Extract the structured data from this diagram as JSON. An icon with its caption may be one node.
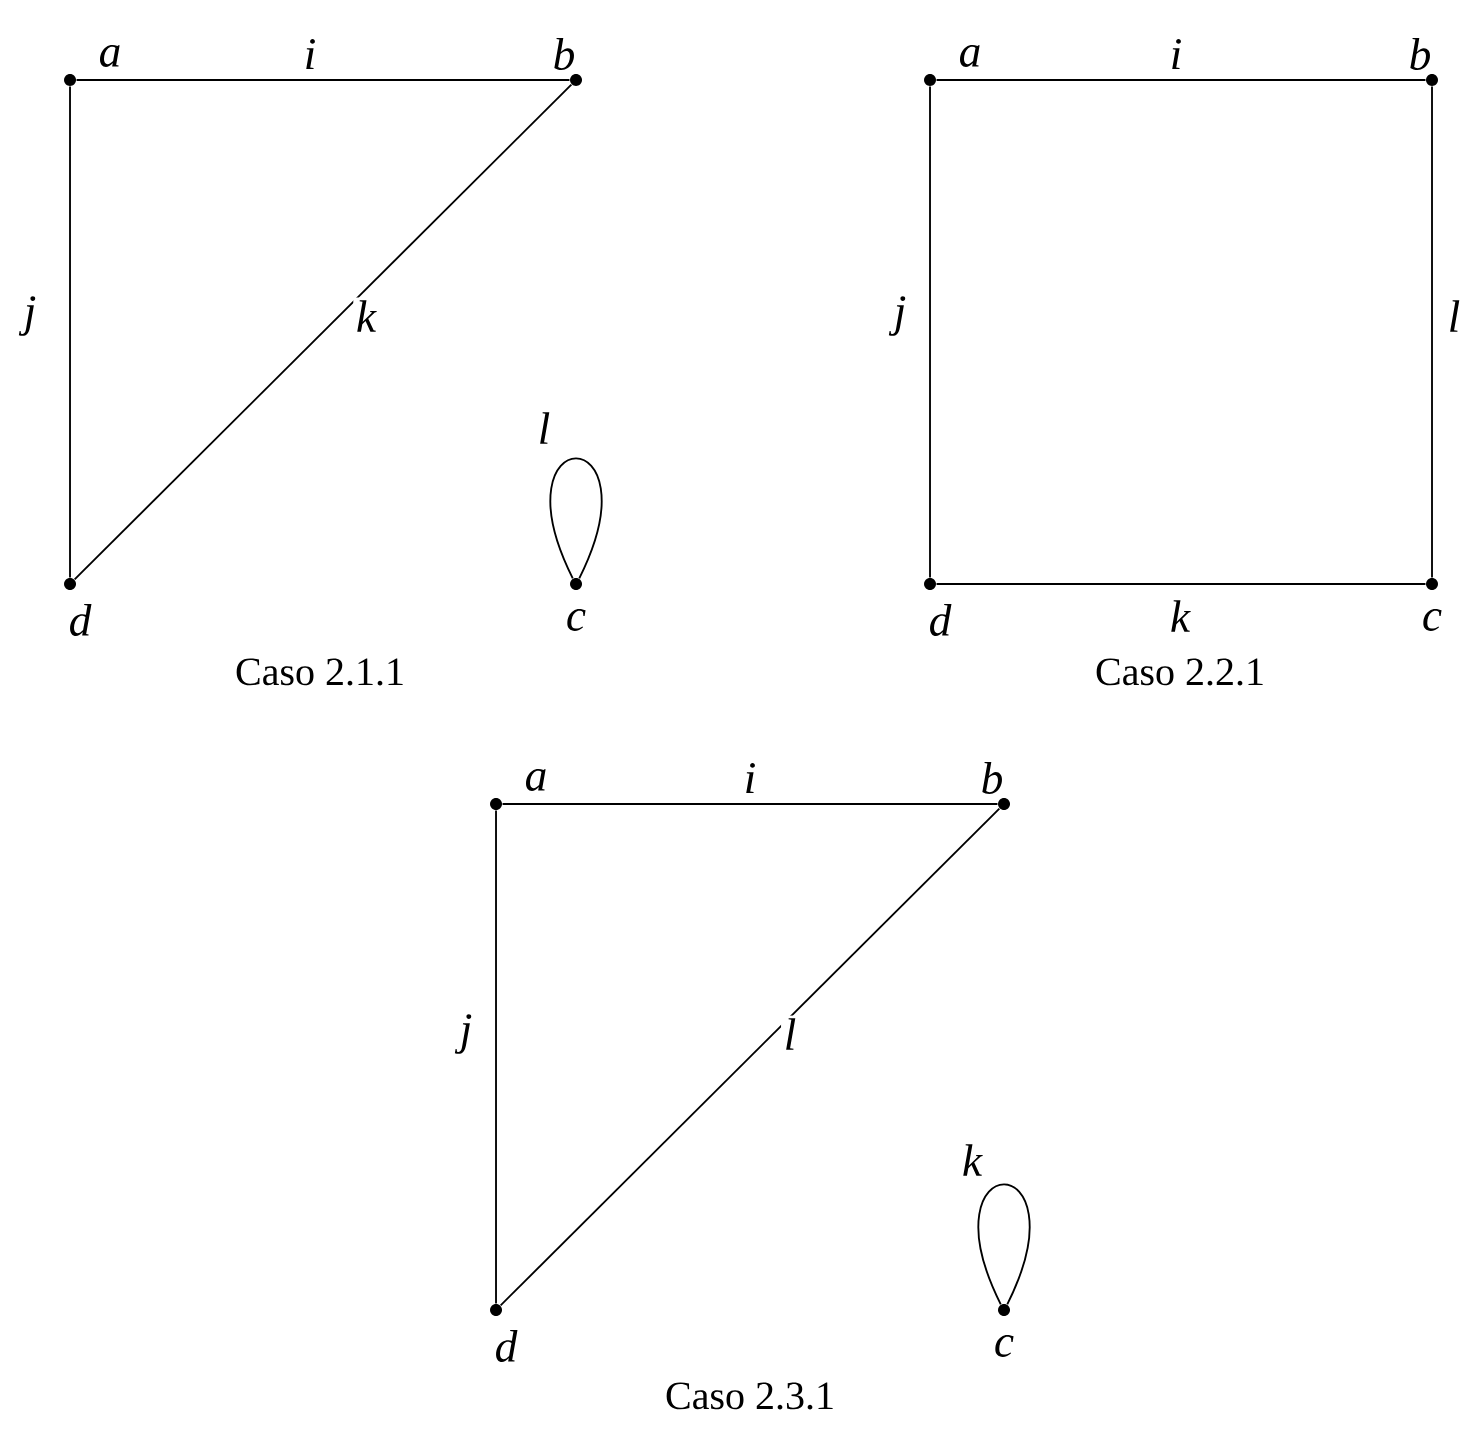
{
  "diagram": {
    "nodes": [
      {
        "text": [],
        "shape": "circle",
        "beside": [
          "a"
        ]
      },
      {
        "text": [],
        "shape": "circle",
        "beside": [
          "b"
        ]
      },
      {
        "text": [],
        "shape": "circle",
        "beside": [
          "c"
        ]
      },
      {
        "text": [],
        "shape": "circle",
        "beside": [
          "d"
        ]
      },
      {
        "text": [],
        "shape": "circle",
        "beside": [
          "a"
        ]
      },
      {
        "text": [],
        "shape": "circle",
        "beside": [
          "b"
        ]
      },
      {
        "text": [],
        "shape": "circle",
        "beside": [
          "c"
        ]
      },
      {
        "text": [],
        "shape": "circle",
        "beside": [
          "d"
        ]
      },
      {
        "text": [],
        "shape": "circle",
        "beside": [
          "a"
        ]
      },
      {
        "text": [],
        "shape": "circle",
        "beside": [
          "b"
        ]
      },
      {
        "text": [],
        "shape": "circle",
        "beside": [
          "c"
        ]
      },
      {
        "text": [],
        "shape": "circle",
        "beside": [
          "d"
        ]
      }
    ],
    "edges": [
      {
        "from": 0,
        "to": 1,
        "arrow": "none",
        "label": "i"
      },
      {
        "from": 0,
        "to": 3,
        "arrow": "none",
        "label": "j"
      },
      {
        "from": 1,
        "to": 3,
        "arrow": "none",
        "label": "k"
      },
      {
        "from": 2,
        "to": 2,
        "arrow": "none",
        "label": "l"
      },
      {
        "from": 4,
        "to": 5,
        "arrow": "none",
        "label": "i"
      },
      {
        "from": 4,
        "to": 7,
        "arrow": "none",
        "label": "j"
      },
      {
        "from": 5,
        "to": 6,
        "arrow": "none",
        "label": "l"
      },
      {
        "from": 7,
        "to": 6,
        "arrow": "none",
        "label": "k"
      },
      {
        "from": 8,
        "to": 9,
        "arrow": "none",
        "label": "i"
      },
      {
        "from": 8,
        "to": 11,
        "arrow": "none",
        "label": "j"
      },
      {
        "from": 9,
        "to": 11,
        "arrow": "none",
        "label": "l"
      },
      {
        "from": 10,
        "to": 10,
        "arrow": "none",
        "label": "k"
      }
    ],
    "labels": [
      "Caso 2.1.1",
      "Caso 2.2.1",
      "Caso 2.3.1"
    ]
  }
}
